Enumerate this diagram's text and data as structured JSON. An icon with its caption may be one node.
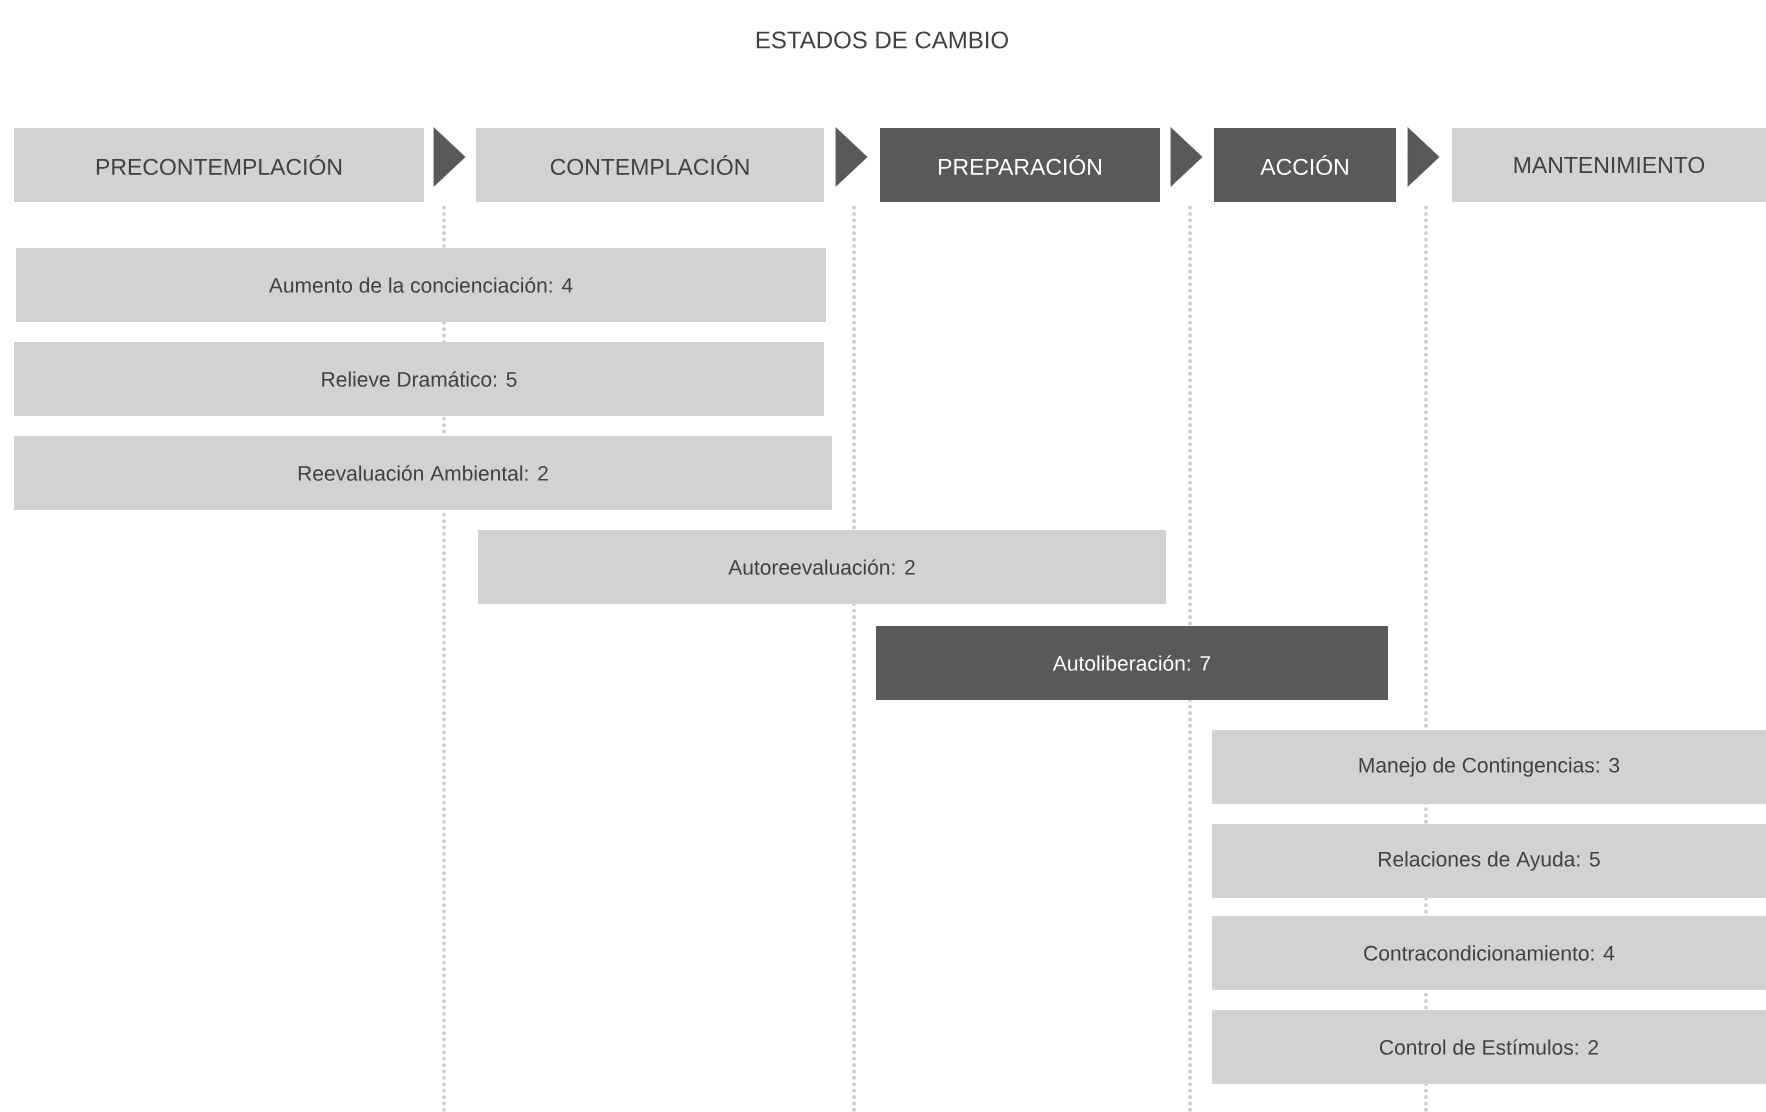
{
  "diagram": {
    "title": "ESTADOS DE CAMBIO",
    "nodes": [
      {
        "text": [
          "PRECONTEMPLACIÓN"
        ]
      },
      {
        "text": [
          "CONTEMPLACIÓN"
        ]
      },
      {
        "text": [
          "PREPARACIÓN"
        ]
      },
      {
        "text": [
          "ACCIÓN"
        ]
      },
      {
        "text": [
          "MANTENIMIENTO"
        ]
      },
      {
        "text": [
          "Aumento de la concienciación: 4"
        ]
      },
      {
        "text": [
          "Relieve Dramático: 5"
        ]
      },
      {
        "text": [
          "Reevaluación Ambiental: 2"
        ]
      },
      {
        "text": [
          "Autoreevaluación: 2"
        ]
      },
      {
        "text": [
          "Autoliberación: 7"
        ]
      },
      {
        "text": [
          "Manejo de Contingencias: 3"
        ]
      },
      {
        "text": [
          "Relaciones de Ayuda: 5"
        ]
      },
      {
        "text": [
          "Contracondicionamiento: 4"
        ]
      },
      {
        "text": [
          "Control de Estímulos: 2"
        ]
      }
    ],
    "edges": [
      {
        "from": 0,
        "to": 1,
        "arrow": "to"
      },
      {
        "from": 1,
        "to": 2,
        "arrow": "to"
      },
      {
        "from": 2,
        "to": 3,
        "arrow": "to"
      },
      {
        "from": 3,
        "to": 4,
        "arrow": "to"
      }
    ]
  }
}
